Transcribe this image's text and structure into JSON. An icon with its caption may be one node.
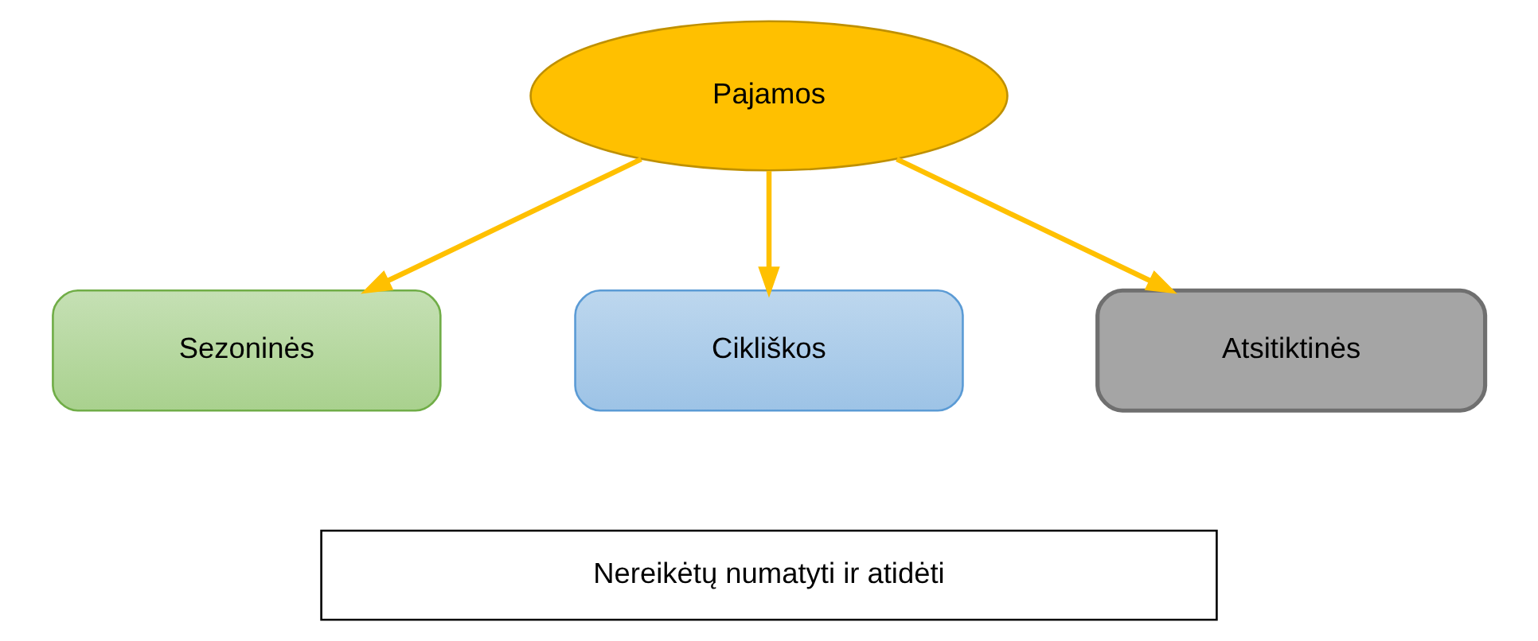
{
  "diagram": {
    "nodes": [
      {
        "text": [
          "Pajamos"
        ]
      },
      {
        "text": [
          "Sezoninės"
        ]
      },
      {
        "text": [
          "Cikliškos"
        ]
      },
      {
        "text": [
          "Atsitiktinės"
        ]
      },
      {
        "text": [
          "Nereikėtų numatyti ir atidėti"
        ]
      }
    ],
    "edges": [
      {
        "from": 0,
        "to": 1,
        "arrow": "to"
      },
      {
        "from": 0,
        "to": 2,
        "arrow": "to"
      },
      {
        "from": 0,
        "to": 3,
        "arrow": "to"
      }
    ]
  }
}
